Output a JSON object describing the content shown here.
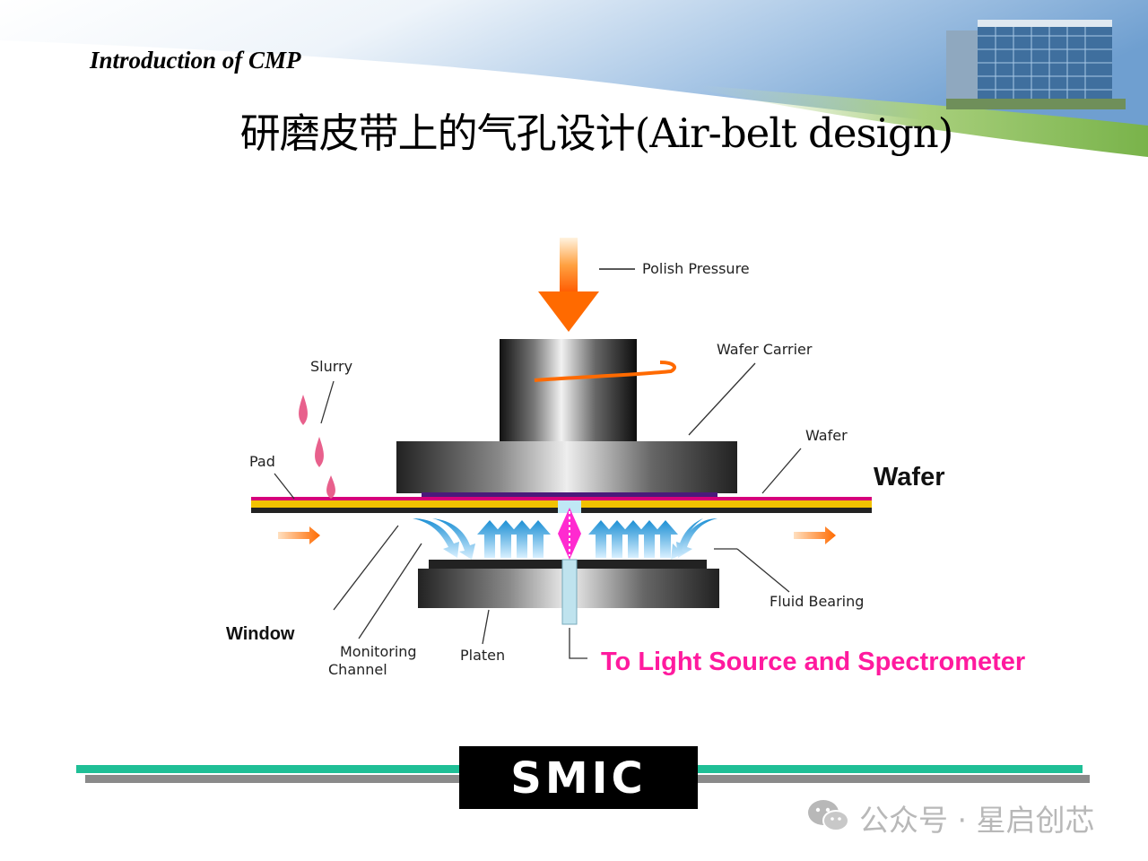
{
  "slide": {
    "subtitle": "Introduction of CMP",
    "title": "研磨皮带上的气孔设计(Air-belt design)"
  },
  "diagram": {
    "labels": {
      "polish_pressure": "Polish Pressure",
      "wafer_carrier": "Wafer Carrier",
      "slurry": "Slurry",
      "pad": "Pad",
      "wafer_small": "Wafer",
      "wafer_big": "Wafer",
      "fluid_bearing": "Fluid Bearing",
      "window": "Window",
      "monitoring_channel_1": "Monitoring",
      "monitoring_channel_2": "Channel",
      "platen": "Platen",
      "light_source": "To Light Source and Spectrometer"
    }
  },
  "footer": {
    "logo": "SMIC",
    "watermark": "公众号 · 星启创芯"
  },
  "colors": {
    "teal_bar": "#1fbf96",
    "gray_bar": "#8a8a8a",
    "arrow_orange": "#ff6a00",
    "air_blue": "#2a9ed8",
    "highlight_pink": "#ff1a9e",
    "belt_yellow": "#f2c200"
  }
}
